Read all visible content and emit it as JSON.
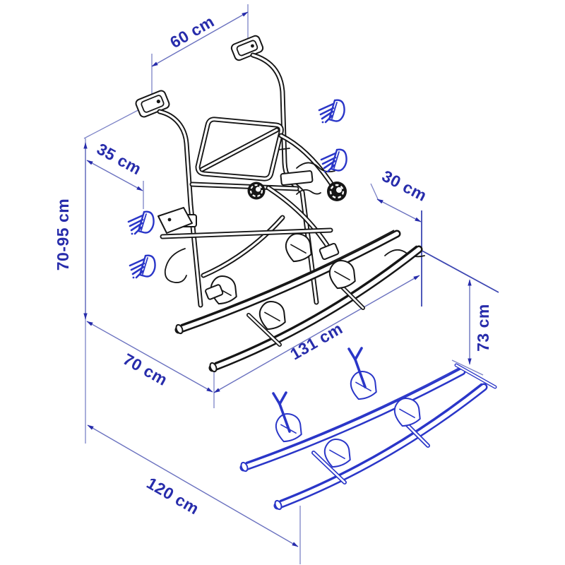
{
  "diagram": {
    "title": "bike-carrier-dimension-diagram",
    "dimension_labels": {
      "top_width": "60 cm",
      "wall_offset": "35 cm",
      "mount_height_range": "70-95 cm",
      "upper_rear_offset": "30 cm",
      "lowered_drop": "73 cm",
      "rail_span": "131 cm",
      "upper_depth": "70 cm",
      "lowered_depth": "120 cm"
    },
    "colors": {
      "line_art": "#161616",
      "highlight_parts": "#2a36c8",
      "dimension_lines": "#6a71bf",
      "dimension_text": "#272cab",
      "background": "#ffffff"
    }
  }
}
